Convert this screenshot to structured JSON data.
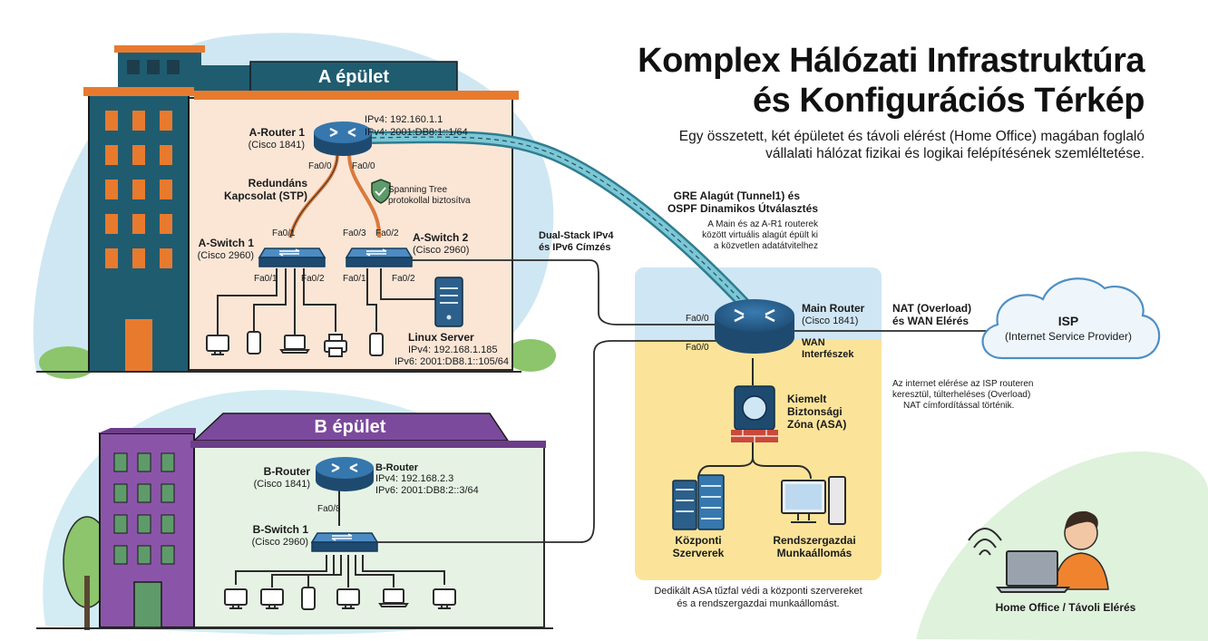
{
  "title": {
    "line1": "Komplex Hálózati Infrastruktúra",
    "line2": "és Konfigurációs Térkép"
  },
  "subtitle": {
    "line1": "Egy összetett, két épületet és távoli elérést (Home Office) magában foglaló",
    "line2": "vállalati hálózat fizikai és logikai felépítésének szemléltetése."
  },
  "building_a": {
    "label": "A épület",
    "router": {
      "name": "A-Router 1",
      "model": "(Cisco 1841)",
      "ipv4": "IPv4: 192.160.1.1",
      "ipv6": "IPv4: 2001:DB8:1::1/64",
      "port_left": "Fa0/0",
      "port_right": "Fa0/0"
    },
    "redundant": {
      "line1": "Redundáns",
      "line2": "Kapcsolat (STP)"
    },
    "stp_note": {
      "line1": "Spanning Tree",
      "line2": "protokollal biztosítva"
    },
    "switch1": {
      "name": "A-Switch 1",
      "model": "(Cisco 2960)",
      "port_up": "Fa0/1",
      "port_down1": "Fa0/1",
      "port_down2": "Fa0/2"
    },
    "switch2": {
      "name": "A-Switch 2",
      "model": "(Cisco 2960)",
      "port_up1": "Fa0/3",
      "port_up2": "Fa0/2",
      "port_down1": "Fa0/1",
      "port_down2": "Fa0/2"
    },
    "server": {
      "name": "Linux Server",
      "ipv4": "IPv4: 192.168.1.185",
      "ipv6": "IPv6: 2001:DB8.1::105/64"
    }
  },
  "building_b": {
    "label": "B épület",
    "router": {
      "name": "B-Router",
      "model": "(Cisco 1841)",
      "ip_title": "B-Router",
      "ipv4": "IPv4: 192.168.2.3",
      "ipv6": "IPv6: 2001:DB8:2::3/64",
      "port": "Fa0/8"
    },
    "switch": {
      "name": "B-Switch 1",
      "model": "(Cisco 2960)"
    }
  },
  "dual_stack": {
    "line1": "Dual-Stack IPv4",
    "line2": "és IPv6 Címzés"
  },
  "gre": {
    "line1": "GRE Alagút (Tunnel1) és",
    "line2": "OSPF Dinamikos Útválasztés",
    "desc1": "A Main és az A-R1 routerek",
    "desc2": "között virtuális alagút épült ki",
    "desc3": "a közvetlen adatátvitelhez"
  },
  "main_router": {
    "name": "Main Router",
    "model": "(Cisco 1841)",
    "port1": "Fa0/0",
    "port2": "Fa0/0",
    "wan1": "WAN",
    "wan2": "Interfészek"
  },
  "asa": {
    "line1": "Kiemelt",
    "line2": "Biztonsági",
    "line3": "Zóna (ASA)"
  },
  "central_servers": {
    "line1": "Központi",
    "line2": "Szerverek"
  },
  "admin_ws": {
    "line1": "Rendszergazdai",
    "line2": "Munkaállomás"
  },
  "asa_note": {
    "line1": "Dedikált ASA tűzfal védi a központi szervereket",
    "line2": "és a rendszergazdai munkaállomást."
  },
  "nat": {
    "line1": "NAT (Overload)",
    "line2": "és WAN Elérés"
  },
  "isp": {
    "name": "ISP",
    "full": "(Internet Service Provider)"
  },
  "isp_note": {
    "line1": "Az internet elérése az ISP routeren",
    "line2": "keresztül, túlterheléses (Overload)",
    "line3": "NAT címfordítással történik."
  },
  "home_office": {
    "label": "Home Office / Távoli Elérés"
  },
  "colors": {
    "building_a_bg": "#fbe6d6",
    "building_b_bg": "#e6f3e4",
    "router": "#2c5f8a",
    "copper": "#d97a3b",
    "tunnel": "#5bb3c5",
    "yellow_zone": "#fbe49a",
    "blue_zone": "#cfe6f4",
    "purple": "#7c4a9c"
  }
}
